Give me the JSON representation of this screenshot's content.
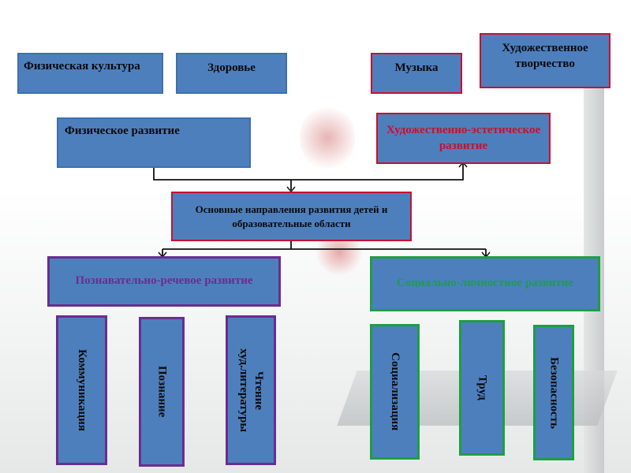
{
  "top_row": {
    "fizkult": "Физическая культура",
    "zdorovie": "Здоровье",
    "muzyka": "Музыка",
    "hud_tvorch": "Художественное творчество"
  },
  "development": {
    "physical": "Физическое развитие",
    "aesthetic": "Художественно-эстетическое развитие"
  },
  "center_box": "Основные направления развития детей и образовательные области",
  "cognitive": {
    "title": "Познавательно-речевое развитие",
    "items": [
      "Коммуникация",
      "Познание",
      "Чтение\nхуд.литературы"
    ]
  },
  "social": {
    "title": "Социально-личностное развитие",
    "items": [
      "Социализация",
      "Труд",
      "Безопасность"
    ]
  },
  "colors": {
    "box_fill": "#4e7fbd",
    "border_blue": "#3d6fb0",
    "border_red": "#c8102e",
    "border_purple": "#6a2d8f",
    "border_green": "#1e9e43",
    "text_red": "#c8102e",
    "text_purple": "#6a2d8f",
    "text_green": "#1e9e43"
  }
}
